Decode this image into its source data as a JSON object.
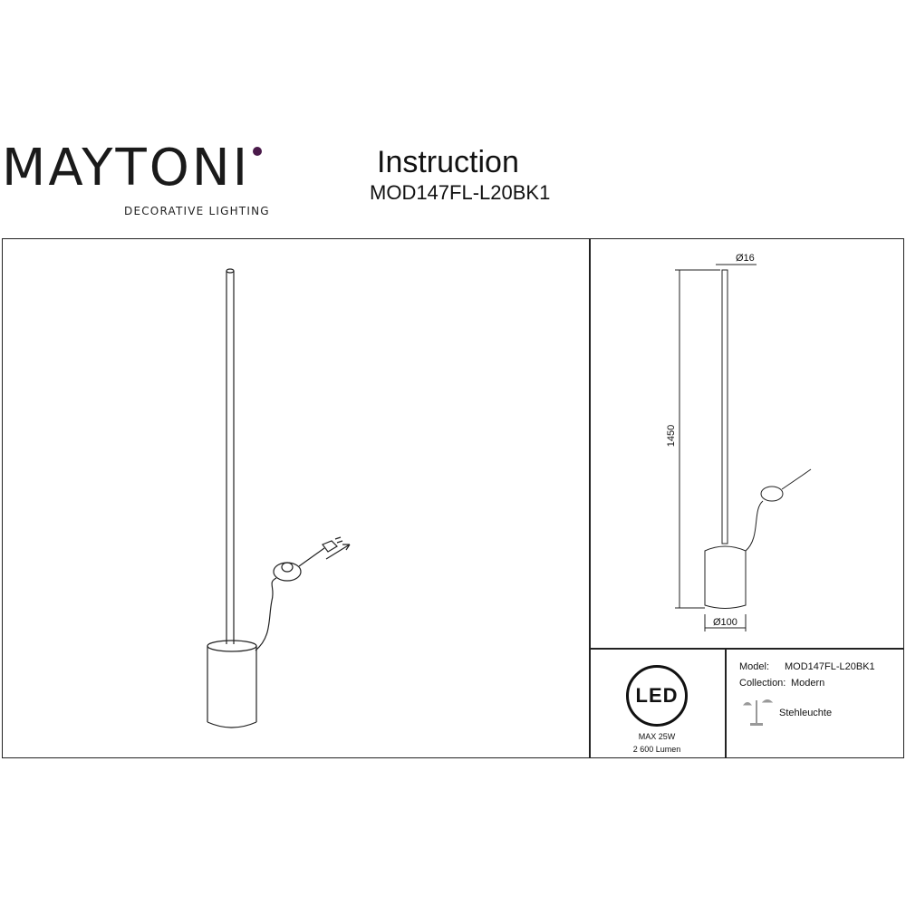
{
  "header": {
    "brand": "MAYTONI",
    "brand_tagline": "DECORATIVE LIGHTING",
    "title": "Instruction",
    "model_code": "MOD147FL-L20BK1"
  },
  "dimensions": {
    "height": "1450",
    "pole_diameter": "Ø16",
    "base_diameter": "Ø100"
  },
  "specs": {
    "led_label": "LED",
    "max_power": "MAX 25W",
    "lumen": "2 600 Lumen"
  },
  "info": {
    "model_label": "Model:",
    "model_value": "MOD147FL-L20BK1",
    "collection_label": "Collection:",
    "collection_value": "Modern",
    "type_label": "Stehleuchte"
  },
  "colors": {
    "brand_accent": "#4a1a4a",
    "line": "#222222"
  }
}
